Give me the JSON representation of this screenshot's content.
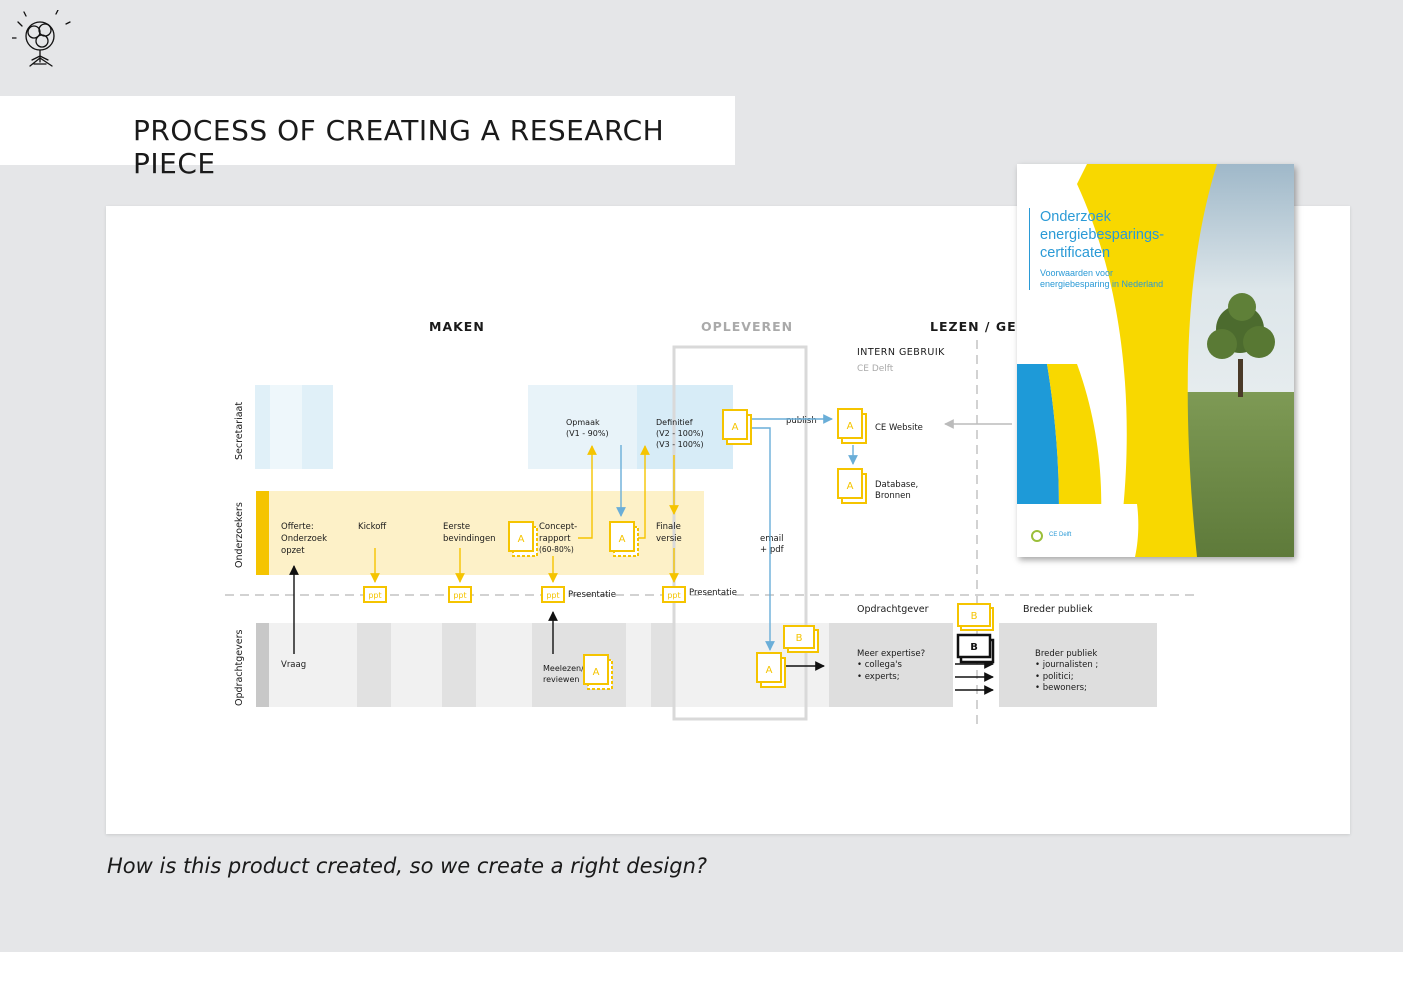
{
  "title": "PROCESS OF CREATING A RESEARCH PIECE",
  "caption": "How is this product created, so we create a right design?",
  "colors": {
    "yellow": "#f5c400",
    "blue": "#6aaed8",
    "gray": "#d9d9d9",
    "text": "#1a1a1a"
  },
  "icons": [
    "lightbulb-tree-logo-icon",
    "document-a-icon",
    "document-b-icon",
    "ppt-icon"
  ],
  "diagram": {
    "phases": {
      "maken": "MAKEN",
      "opleveren": "OPLEVEREN",
      "lezen": "LEZEN / GEB"
    },
    "lanes": {
      "secretariaat": "Secretariaat",
      "onderzoekers": "Onderzoekers",
      "opdrachtgevers": "Opdrachtgevers"
    },
    "intern": {
      "title": "INTERN GEBRUIK",
      "sub": "CE Delft"
    },
    "steps": {
      "offerte_1": "Offerte:",
      "offerte_2": "Onderzoek",
      "offerte_3": "opzet",
      "kickoff": "Kickoff",
      "eerste_1": "Eerste",
      "eerste_2": "bevindingen",
      "concept_1": "Concept-",
      "concept_2": "rapport",
      "concept_3": "(60-80%)",
      "finale_1": "Finale",
      "finale_2": "versie",
      "opmaak_1": "Opmaak",
      "opmaak_2": "(V1 - 90%)",
      "definitief_1": "Definitief",
      "definitief_2": "(V2 - 100%)",
      "definitief_3": "(V3 - 100%)",
      "presentatie_1": "Presentatie",
      "presentatie_2": "Presentatie",
      "vraag": "Vraag",
      "meelezen_1": "Meelezen/",
      "meelezen_2": "reviewen",
      "publish": "publish",
      "ce_website": "CE Website",
      "database_1": "Database,",
      "database_2": "Bronnen",
      "email_1": "email",
      "email_2": "+ pdf",
      "opdrachtgever": "Opdrachtgever",
      "breder_publiek": "Breder publiek",
      "meer_1": "Meer expertise?",
      "meer_2": "• collega's",
      "meer_3": "• experts;",
      "breder_1": "Breder publiek",
      "breder_2": "• journalisten ;",
      "breder_3": "• politici;",
      "breder_4": "• bewoners;"
    },
    "badges": {
      "a": "A",
      "b": "B",
      "ppt": "ppt"
    }
  },
  "cover": {
    "title": "Onderzoek\nenergiebesparings-\ncertificaten",
    "subtitle": "Voorwaarden voor\nenergiebesparing in Nederland",
    "brand": "CE Delft"
  }
}
